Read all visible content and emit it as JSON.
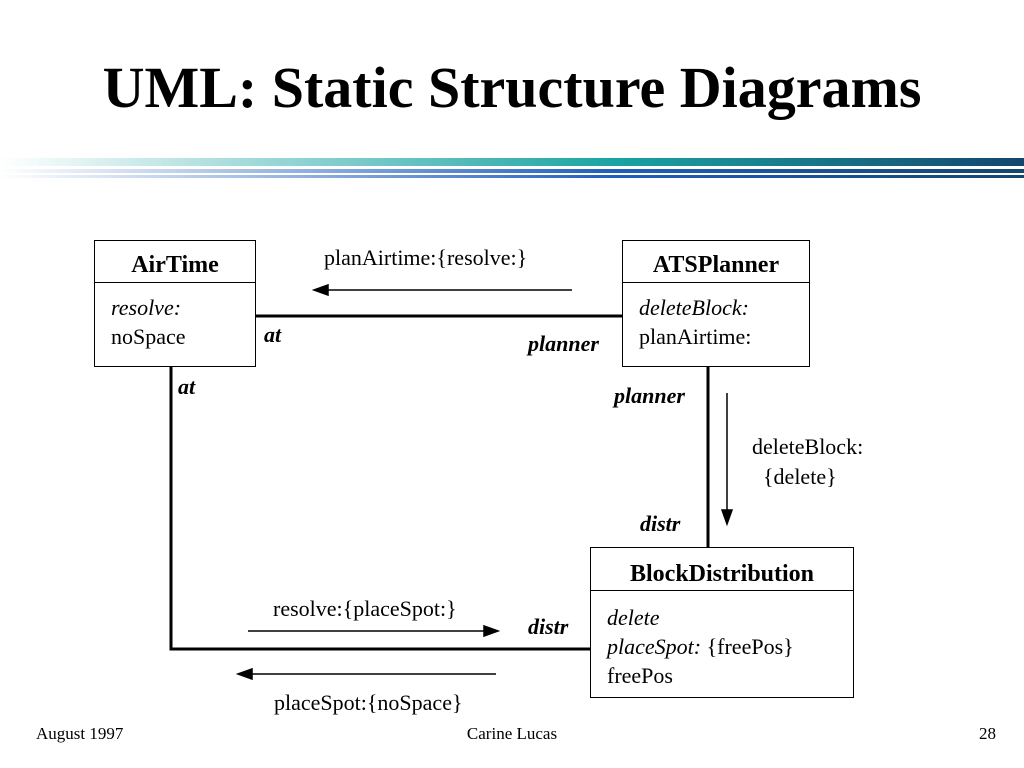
{
  "title": "UML: Static Structure Diagrams",
  "colors": {
    "bar_teal": "#1ba3a3",
    "bar_blue": "#1f5ebd",
    "bar_dark": "#14466e"
  },
  "classes": {
    "airtime": {
      "name": "AirTime",
      "line1": "resolve:",
      "line2": "noSpace"
    },
    "atsplanner": {
      "name": "ATSPlanner",
      "line1": "deleteBlock:",
      "line2": "planAirtime:"
    },
    "blockdist": {
      "name": "BlockDistribution",
      "line1": "delete",
      "line2a": "placeSpot:",
      "line2b": " {freePos}",
      "line3": "freePos"
    }
  },
  "roles": {
    "at_top": "at",
    "planner_top": "planner",
    "at_left": "at",
    "planner_right": "planner",
    "distr_right": "distr",
    "distr_bottom": "distr"
  },
  "messages": {
    "plan_airtime": "planAirtime:{resolve:}",
    "delete_block_line1": "deleteBlock:",
    "delete_block_line2": "  {delete}",
    "resolve": "resolve:{placeSpot:}",
    "place_spot": "placeSpot:{noSpace}"
  },
  "footer": {
    "date": "August 1997",
    "author": "Carine Lucas",
    "page": "28"
  }
}
